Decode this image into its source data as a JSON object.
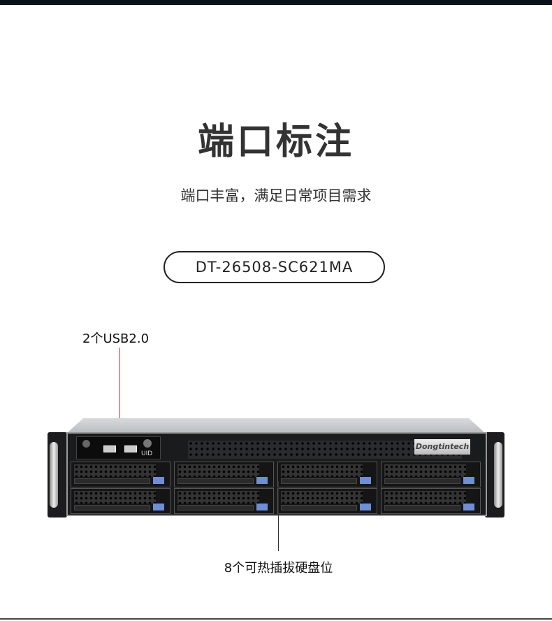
{
  "header": {
    "title": "端口标注",
    "subtitle": "端口丰富，满足日常项目需求",
    "model": "DT-26508-SC621MA"
  },
  "device": {
    "brand_logo": "Dongtintech",
    "uid_label": "UID",
    "drive_bays": 8
  },
  "annotations": {
    "usb": "2个USB2.0",
    "drives": "8个可热插拔硬盘位",
    "usb_line_color": "#e0262b",
    "drive_line_color": "#333333"
  }
}
